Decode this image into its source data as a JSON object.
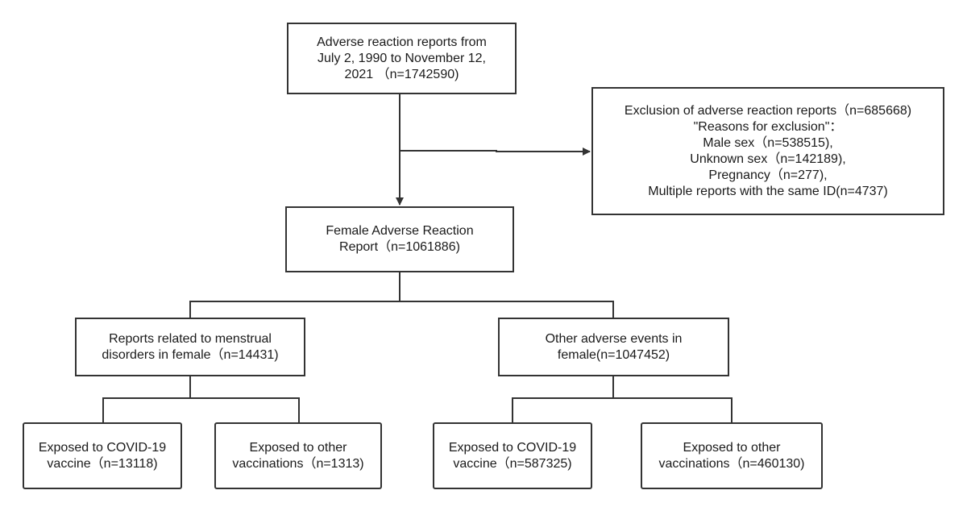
{
  "flowchart": {
    "source": {
      "lines": [
        "Adverse reaction reports from",
        "July 2, 1990 to November 12,",
        "2021 （n=1742590)"
      ]
    },
    "exclusion": {
      "lines": [
        "Exclusion of adverse reaction reports（n=685668)",
        "\"Reasons for exclusion\"：",
        "Male sex（n=538515),",
        "Unknown sex（n=142189),",
        "Pregnancy（n=277),",
        "Multiple reports with the same ID(n=4737)"
      ]
    },
    "female": {
      "lines": [
        "Female Adverse Reaction",
        "Report（n=1061886)"
      ]
    },
    "menstrual": {
      "lines": [
        "Reports related to menstrual",
        "disorders in female（n=14431)"
      ]
    },
    "other_events": {
      "lines": [
        "Other adverse events in",
        "female(n=1047452)"
      ]
    },
    "menstrual_covid": {
      "lines": [
        "Exposed to COVID-19",
        "vaccine（n=13118)"
      ]
    },
    "menstrual_other": {
      "lines": [
        "Exposed to other",
        "vaccinations（n=1313)"
      ]
    },
    "other_covid": {
      "lines": [
        "Exposed to COVID-19",
        "vaccine（n=587325)"
      ]
    },
    "other_other": {
      "lines": [
        "Exposed to other",
        "vaccinations（n=460130)"
      ]
    }
  },
  "colors": {
    "line": "#333333",
    "text": "#1a1a1a",
    "background": "#ffffff"
  }
}
